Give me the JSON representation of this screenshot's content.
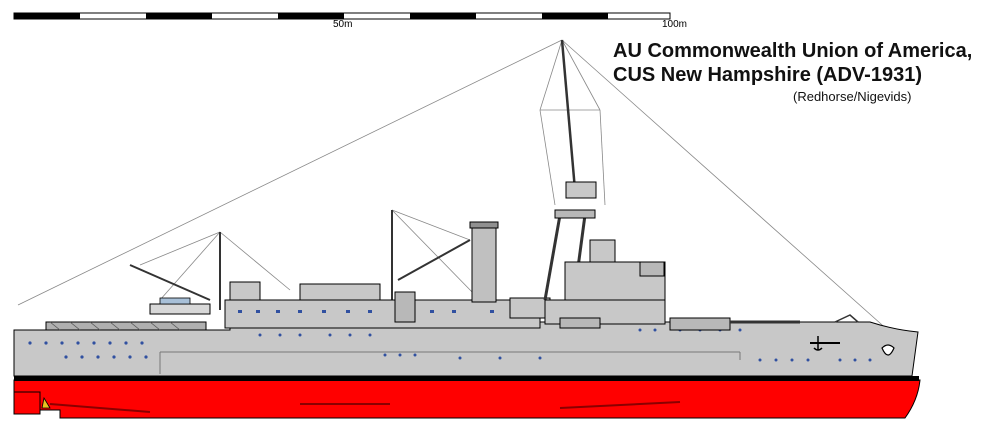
{
  "title": {
    "line1": "AU Commonwealth Union of America,",
    "line2": "CUS New Hampshire (ADV-1931)"
  },
  "credit": "(Redhorse/Nigevids)",
  "scale": {
    "mid_label": "50m",
    "end_label": "100m"
  },
  "colors": {
    "hull_red": "#ff0000",
    "boot_top": "#000000",
    "hull_grey": "#c8c8c8",
    "porthole_blue": "#3050a0",
    "propeller": "#e8c020"
  },
  "icons": {
    "anchor": "anchor-icon",
    "ship_crest": "ship-crest-icon"
  }
}
